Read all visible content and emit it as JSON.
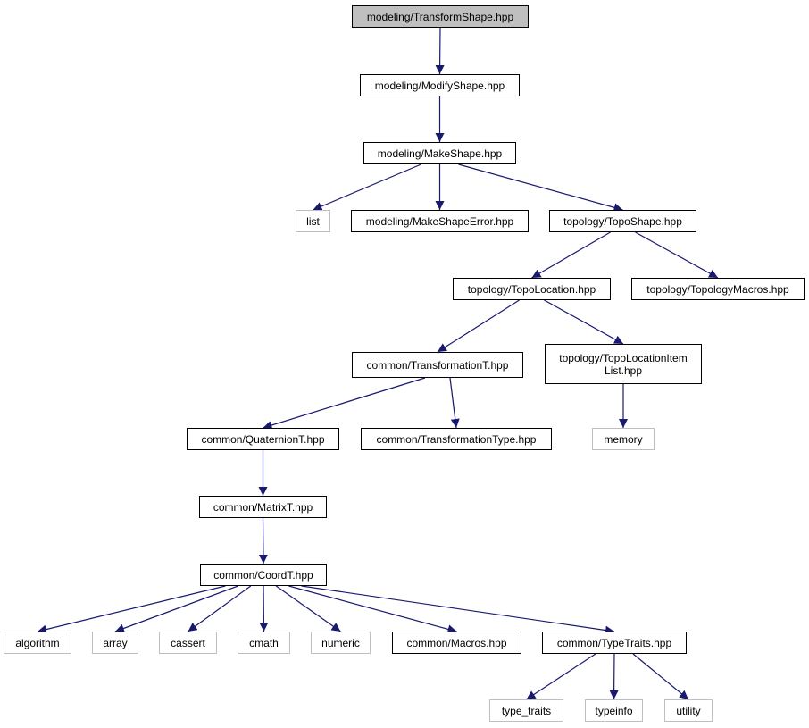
{
  "nodes": {
    "n0": {
      "label": "modeling/TransformShape.hpp",
      "kind": "root"
    },
    "n1": {
      "label": "modeling/ModifyShape.hpp",
      "kind": "file"
    },
    "n2": {
      "label": "modeling/MakeShape.hpp",
      "kind": "file"
    },
    "n3": {
      "label": "list",
      "kind": "ext"
    },
    "n4": {
      "label": "modeling/MakeShapeError.hpp",
      "kind": "file"
    },
    "n5": {
      "label": "topology/TopoShape.hpp",
      "kind": "file"
    },
    "n6": {
      "label": "topology/TopoLocation.hpp",
      "kind": "file"
    },
    "n7": {
      "label": "topology/TopologyMacros.hpp",
      "kind": "file"
    },
    "n8": {
      "label": "common/TransformationT.hpp",
      "kind": "file"
    },
    "n9": {
      "label": "topology/TopoLocationItem List.hpp",
      "kind": "file"
    },
    "n10": {
      "label": "common/QuaternionT.hpp",
      "kind": "file"
    },
    "n11": {
      "label": "common/TransformationType.hpp",
      "kind": "file"
    },
    "n12": {
      "label": "memory",
      "kind": "ext"
    },
    "n13": {
      "label": "common/MatrixT.hpp",
      "kind": "file"
    },
    "n14": {
      "label": "common/CoordT.hpp",
      "kind": "file"
    },
    "n15": {
      "label": "algorithm",
      "kind": "ext"
    },
    "n16": {
      "label": "array",
      "kind": "ext"
    },
    "n17": {
      "label": "cassert",
      "kind": "ext"
    },
    "n18": {
      "label": "cmath",
      "kind": "ext"
    },
    "n19": {
      "label": "numeric",
      "kind": "ext"
    },
    "n20": {
      "label": "common/Macros.hpp",
      "kind": "file"
    },
    "n21": {
      "label": "common/TypeTraits.hpp",
      "kind": "file"
    },
    "n22": {
      "label": "type_traits",
      "kind": "ext"
    },
    "n23": {
      "label": "typeinfo",
      "kind": "ext"
    },
    "n24": {
      "label": "utility",
      "kind": "ext"
    }
  },
  "edges": [
    [
      "n0",
      "n1"
    ],
    [
      "n1",
      "n2"
    ],
    [
      "n2",
      "n3"
    ],
    [
      "n2",
      "n4"
    ],
    [
      "n2",
      "n5"
    ],
    [
      "n5",
      "n6"
    ],
    [
      "n5",
      "n7"
    ],
    [
      "n6",
      "n8"
    ],
    [
      "n6",
      "n9"
    ],
    [
      "n8",
      "n10"
    ],
    [
      "n8",
      "n11"
    ],
    [
      "n9",
      "n12"
    ],
    [
      "n10",
      "n13"
    ],
    [
      "n13",
      "n14"
    ],
    [
      "n14",
      "n15"
    ],
    [
      "n14",
      "n16"
    ],
    [
      "n14",
      "n17"
    ],
    [
      "n14",
      "n18"
    ],
    [
      "n14",
      "n19"
    ],
    [
      "n14",
      "n20"
    ],
    [
      "n14",
      "n21"
    ],
    [
      "n21",
      "n22"
    ],
    [
      "n21",
      "n23"
    ],
    [
      "n21",
      "n24"
    ]
  ],
  "colors": {
    "edge": "#191970",
    "border": "#000000",
    "ext_border": "#bfbfbf",
    "root_fill": "#bfbfbf"
  }
}
